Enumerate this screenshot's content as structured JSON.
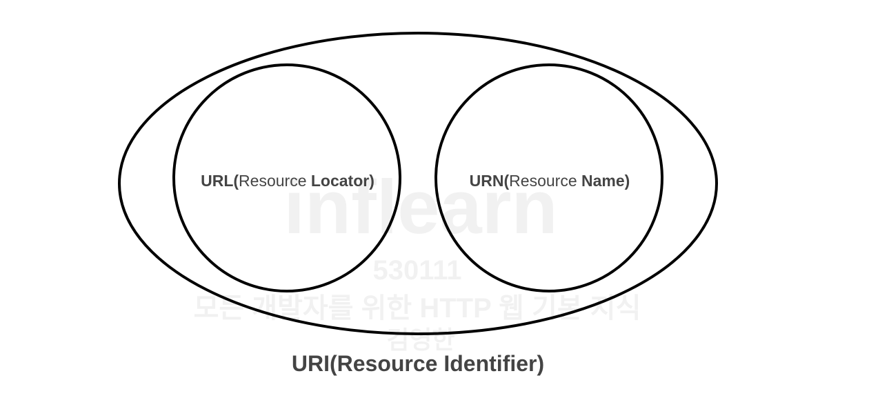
{
  "diagram": {
    "outer": {
      "label": "URI(Resource Identifier)"
    },
    "left_circle": {
      "label_bold_1": "URL(",
      "label_regular": "Resource ",
      "label_bold_2": "Locator)"
    },
    "right_circle": {
      "label_bold_1": "URN(",
      "label_regular": "Resource ",
      "label_bold_2": "Name)"
    }
  },
  "watermark": {
    "logo": "inflearn",
    "id": "530111",
    "course": "모든 개발자를 위한 HTTP 웹 기본 지식",
    "author": "김영한"
  },
  "colors": {
    "stroke": "#000000",
    "label": "#444444",
    "background": "#ffffff"
  }
}
